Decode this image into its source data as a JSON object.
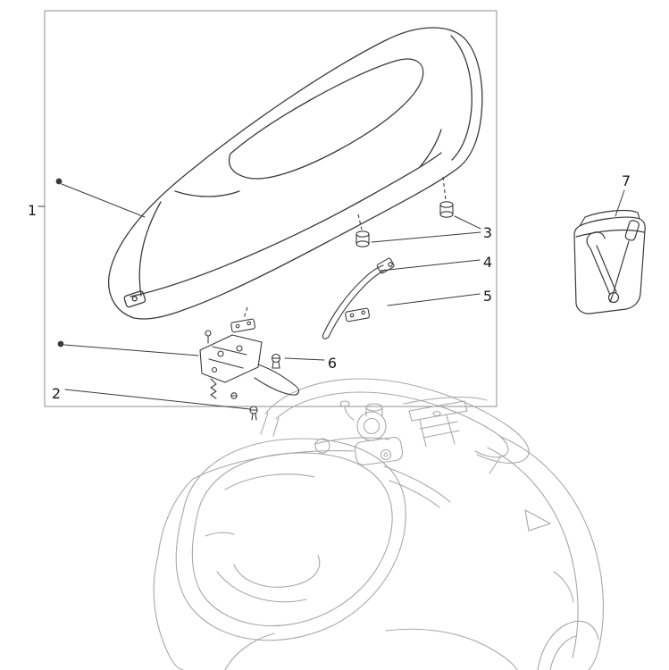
{
  "diagram": {
    "type": "exploded-parts-diagram",
    "callouts": [
      {
        "label": "1"
      },
      {
        "label": "2"
      },
      {
        "label": "3"
      },
      {
        "label": "4"
      },
      {
        "label": "5"
      },
      {
        "label": "6"
      },
      {
        "label": "7"
      }
    ],
    "colors": {
      "background": "#ffffff",
      "part_line": "#3a3a3a",
      "body_line": "#a8a8a8",
      "frame_line": "#8f8f8f",
      "label_text": "#1a1a1a"
    }
  }
}
